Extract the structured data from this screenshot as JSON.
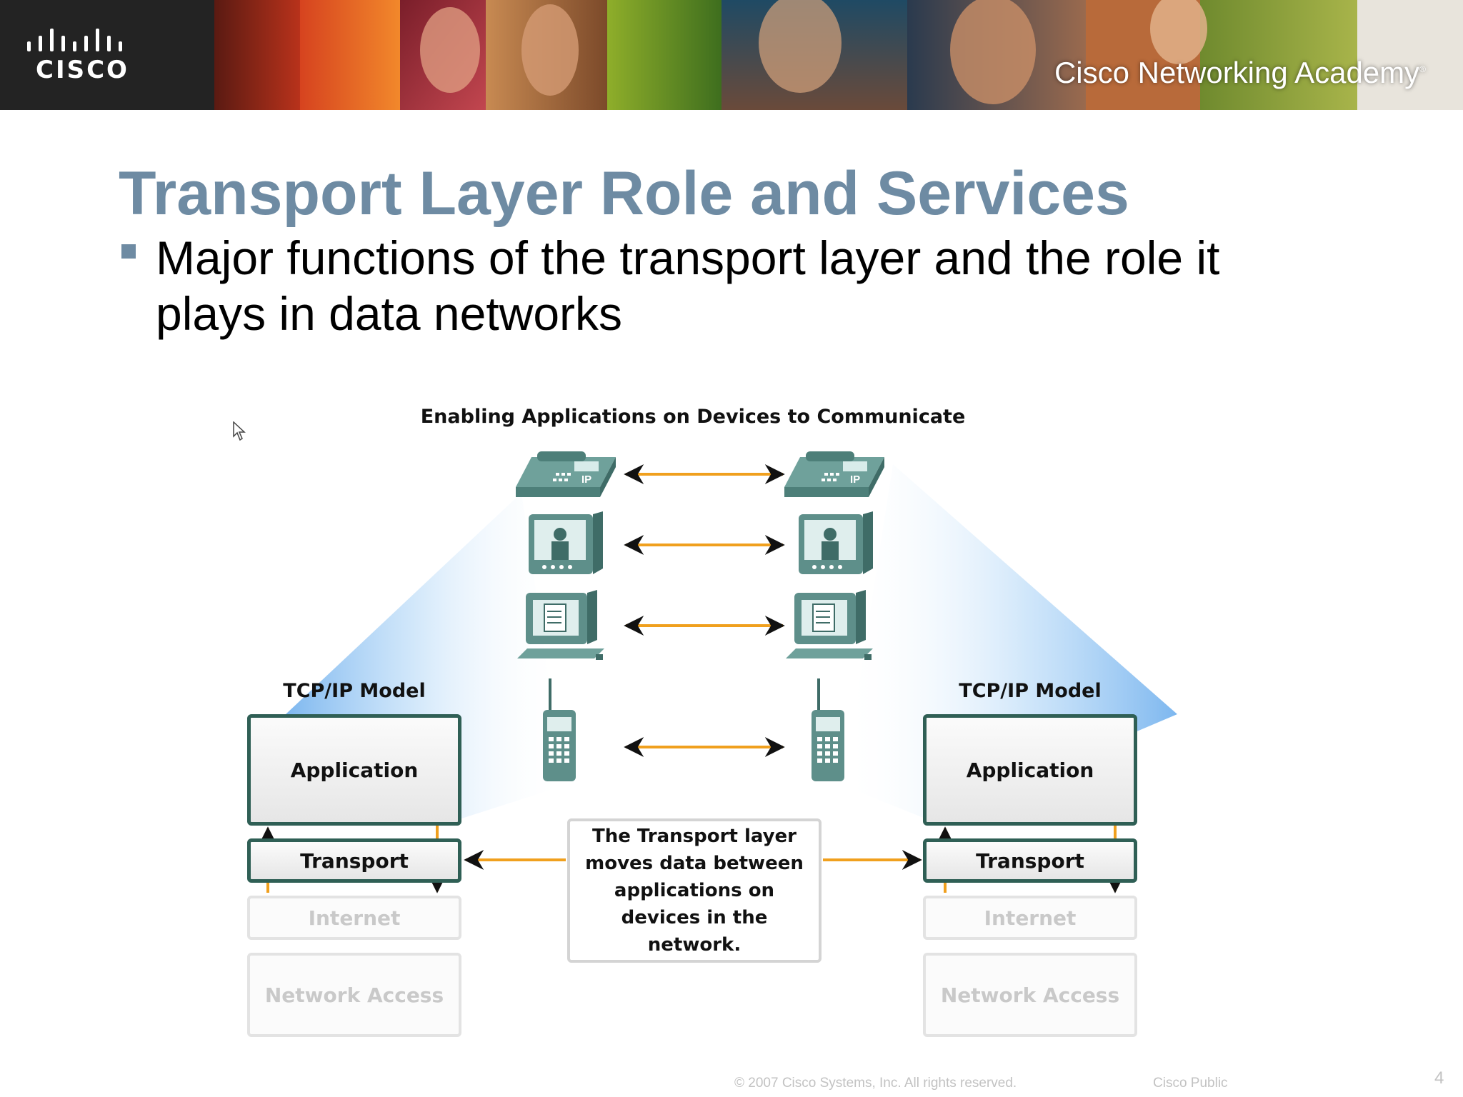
{
  "banner": {
    "logo_text": "CISCO",
    "academy_title": "Cisco Networking Academy",
    "trademark": "®"
  },
  "slide": {
    "title": "Transport Layer Role and Services",
    "bullet": "Major functions of the transport layer and the role it plays in data networks"
  },
  "diagram": {
    "title": "Enabling Applications on Devices  to Communicate",
    "left_model": {
      "label": "TCP/IP Model",
      "layers": [
        "Application",
        "Transport",
        "Internet",
        "Network Access"
      ]
    },
    "right_model": {
      "label": "TCP/IP Model",
      "layers": [
        "Application",
        "Transport",
        "Internet",
        "Network Access"
      ]
    },
    "devices": [
      "ip-phone-icon",
      "video-terminal-icon",
      "computer-icon",
      "cell-phone-icon"
    ],
    "callout": "The Transport layer moves data between applications on devices in the network.",
    "colors": {
      "layer_border": "#2f5f55",
      "arrow": "#f0a01e",
      "device": "#5e8f8a",
      "beam": "#8ec3f2"
    }
  },
  "footer": {
    "copyright": "© 2007 Cisco Systems, Inc. All rights reserved.",
    "classification": "Cisco Public",
    "page_number": "4"
  }
}
